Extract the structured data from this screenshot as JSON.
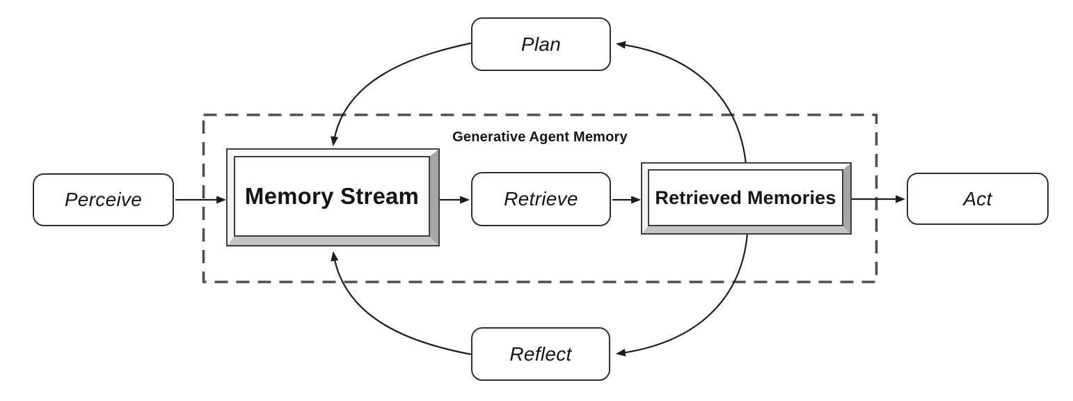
{
  "diagram": {
    "group_label": "Generative Agent Memory",
    "nodes": {
      "perceive": {
        "label": "Perceive"
      },
      "memory_stream": {
        "label": "Memory Stream"
      },
      "retrieve": {
        "label": "Retrieve"
      },
      "retrieved_memories": {
        "label": "Retrieved Memories"
      },
      "act": {
        "label": "Act"
      },
      "plan": {
        "label": "Plan"
      },
      "reflect": {
        "label": "Reflect"
      }
    },
    "edges": [
      {
        "from": "Perceive",
        "to": "Memory Stream",
        "style": "straight-arrow"
      },
      {
        "from": "Memory Stream",
        "to": "Retrieve",
        "style": "straight-arrow"
      },
      {
        "from": "Retrieve",
        "to": "Retrieved Memories",
        "style": "straight-arrow"
      },
      {
        "from": "Retrieved Memories",
        "to": "Act",
        "style": "straight-arrow"
      },
      {
        "from": "Retrieved Memories",
        "to": "Plan",
        "style": "curved-arrow"
      },
      {
        "from": "Plan",
        "to": "Memory Stream",
        "style": "curved-arrow"
      },
      {
        "from": "Retrieved Memories",
        "to": "Reflect",
        "style": "curved-arrow"
      },
      {
        "from": "Reflect",
        "to": "Memory Stream",
        "style": "curved-arrow"
      }
    ],
    "colors": {
      "background": "#ffffff",
      "line": "#1c1c1c",
      "dashed_border": "#4e4e4e",
      "box_border": "#2e2e2e",
      "frame_outline": "#3d3d3d",
      "bevel_light": "#fcfcfc",
      "bevel_dark": "#a6a6a6",
      "bevel_bottom": "#c4c4c4",
      "text": "#141414"
    }
  }
}
